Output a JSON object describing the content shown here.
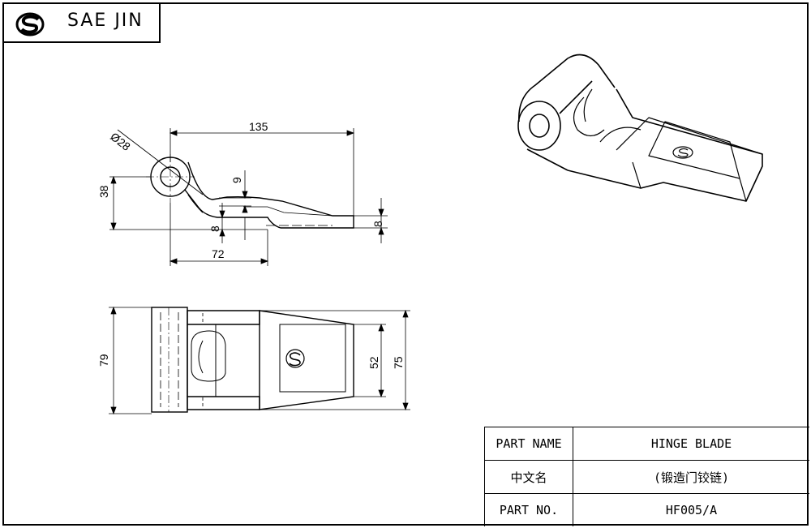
{
  "header": {
    "brand": "SAE JIN",
    "logo_icon": "sae-jin-logo-icon"
  },
  "dimensions": {
    "length": "135",
    "pin_diameter": "Ø28",
    "height": "38",
    "offset": "9",
    "thickness_left": "8",
    "thickness_right": "8",
    "bend_length": "72",
    "overall_width": "79",
    "blade_width": "75",
    "pocket_width": "52"
  },
  "title_block": {
    "rows": [
      {
        "label": "PART NAME",
        "value": "HINGE BLADE"
      },
      {
        "label": "中文名",
        "value": "(锻造门铰链)"
      },
      {
        "label": "PART NO.",
        "value": "HF005/A"
      }
    ]
  },
  "colors": {
    "line": "#000000",
    "paper": "#ffffff"
  }
}
